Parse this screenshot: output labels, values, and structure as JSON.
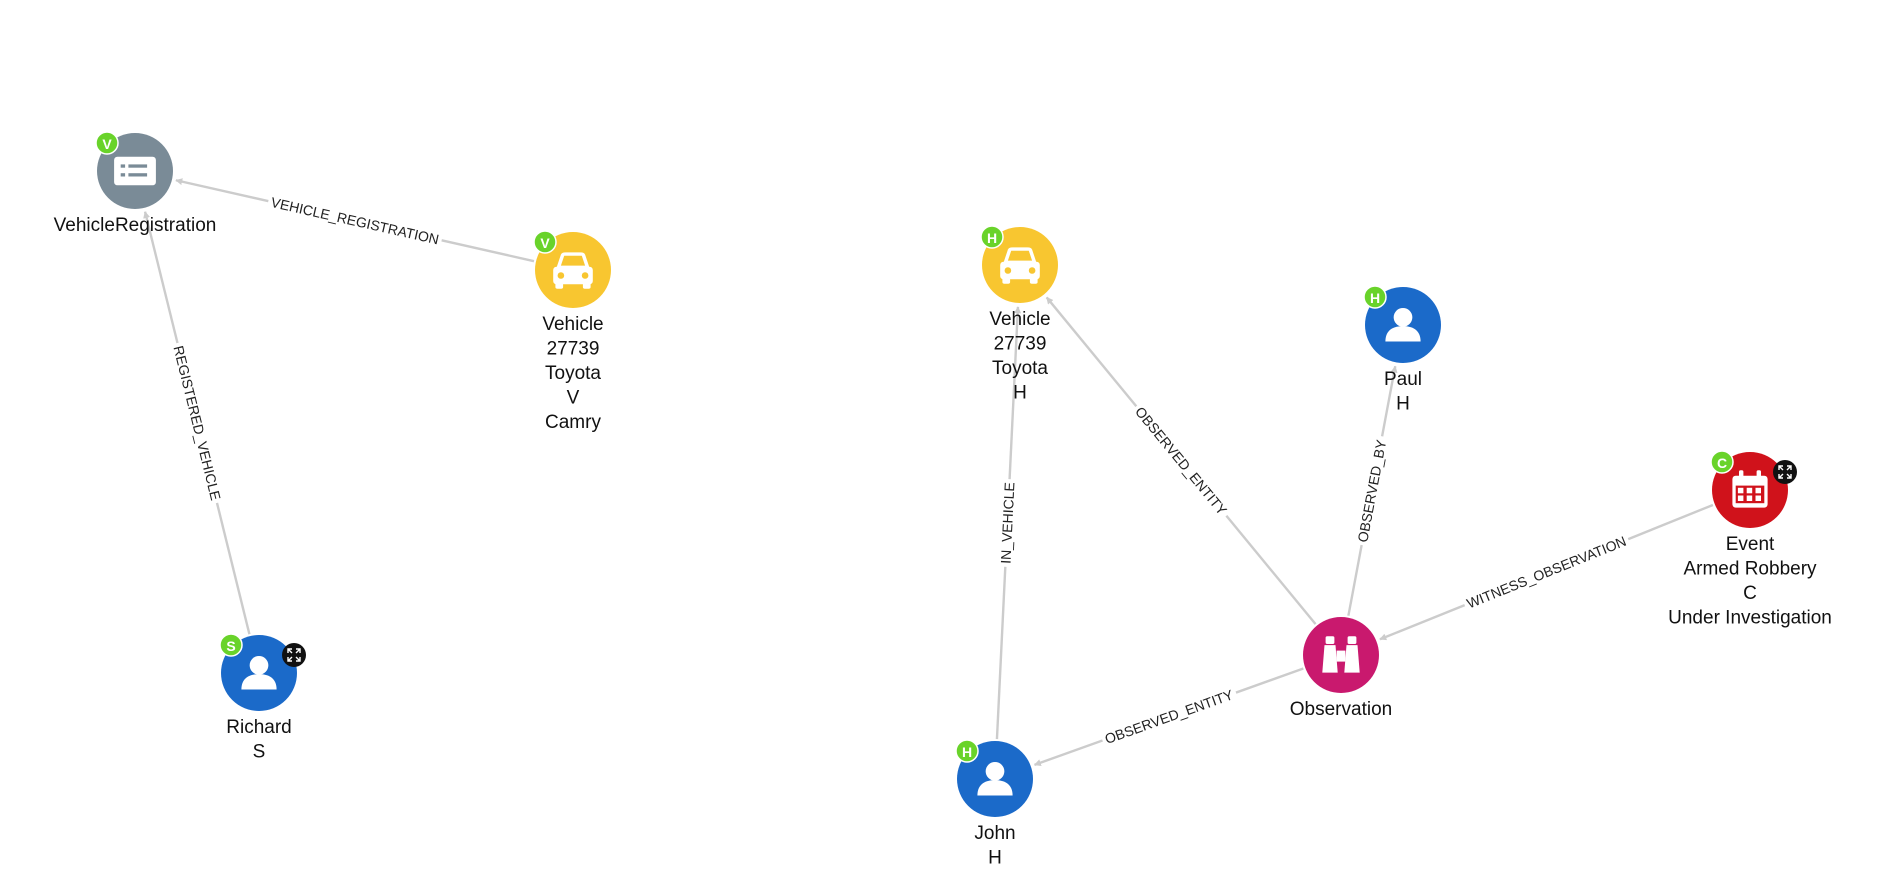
{
  "graph": {
    "colors": {
      "person": "#1b6ac9",
      "vehicle": "#f8c630",
      "registration": "#7a8b97",
      "observation": "#c9196e",
      "event": "#d0121b",
      "badge": "#69d32a",
      "edge": "#cccccc"
    },
    "nodes": [
      {
        "id": "vreg",
        "icon": "registration-card-icon",
        "kind": "registration",
        "badge": "V",
        "expand": false,
        "lines": [
          "VehicleRegistration"
        ]
      },
      {
        "id": "veh1",
        "icon": "car-icon",
        "kind": "vehicle",
        "badge": "V",
        "expand": false,
        "lines": [
          "Vehicle",
          "27739",
          "Toyota",
          "V",
          "Camry"
        ]
      },
      {
        "id": "richard",
        "icon": "person-icon",
        "kind": "person",
        "badge": "S",
        "expand": true,
        "lines": [
          "Richard",
          "S"
        ]
      },
      {
        "id": "veh2",
        "icon": "car-icon",
        "kind": "vehicle",
        "badge": "H",
        "expand": false,
        "lines": [
          "Vehicle",
          "27739",
          "Toyota",
          "H"
        ]
      },
      {
        "id": "paul",
        "icon": "person-icon",
        "kind": "person",
        "badge": "H",
        "expand": false,
        "lines": [
          "Paul",
          "H"
        ]
      },
      {
        "id": "event",
        "icon": "calendar-icon",
        "kind": "event",
        "badge": "C",
        "expand": true,
        "lines": [
          "Event",
          "Armed Robbery",
          "C",
          "Under Investigation"
        ]
      },
      {
        "id": "obs",
        "icon": "binoculars-icon",
        "kind": "observation",
        "badge": "",
        "expand": false,
        "lines": [
          "Observation"
        ]
      },
      {
        "id": "john",
        "icon": "person-icon",
        "kind": "person",
        "badge": "H",
        "expand": false,
        "lines": [
          "John",
          "H"
        ]
      }
    ],
    "edges": [
      {
        "from": "veh1",
        "to": "vreg",
        "label": "VEHICLE_REGISTRATION"
      },
      {
        "from": "richard",
        "to": "vreg",
        "label": "REGISTERED_VEHICLE"
      },
      {
        "from": "john",
        "to": "veh2",
        "label": "IN_VEHICLE"
      },
      {
        "from": "obs",
        "to": "veh2",
        "label": "OBSERVED_ENTITY"
      },
      {
        "from": "obs",
        "to": "paul",
        "label": "OBSERVED_BY"
      },
      {
        "from": "event",
        "to": "obs",
        "label": "WITNESS_OBSERVATION"
      },
      {
        "from": "obs",
        "to": "john",
        "label": "OBSERVED_ENTITY"
      }
    ]
  }
}
